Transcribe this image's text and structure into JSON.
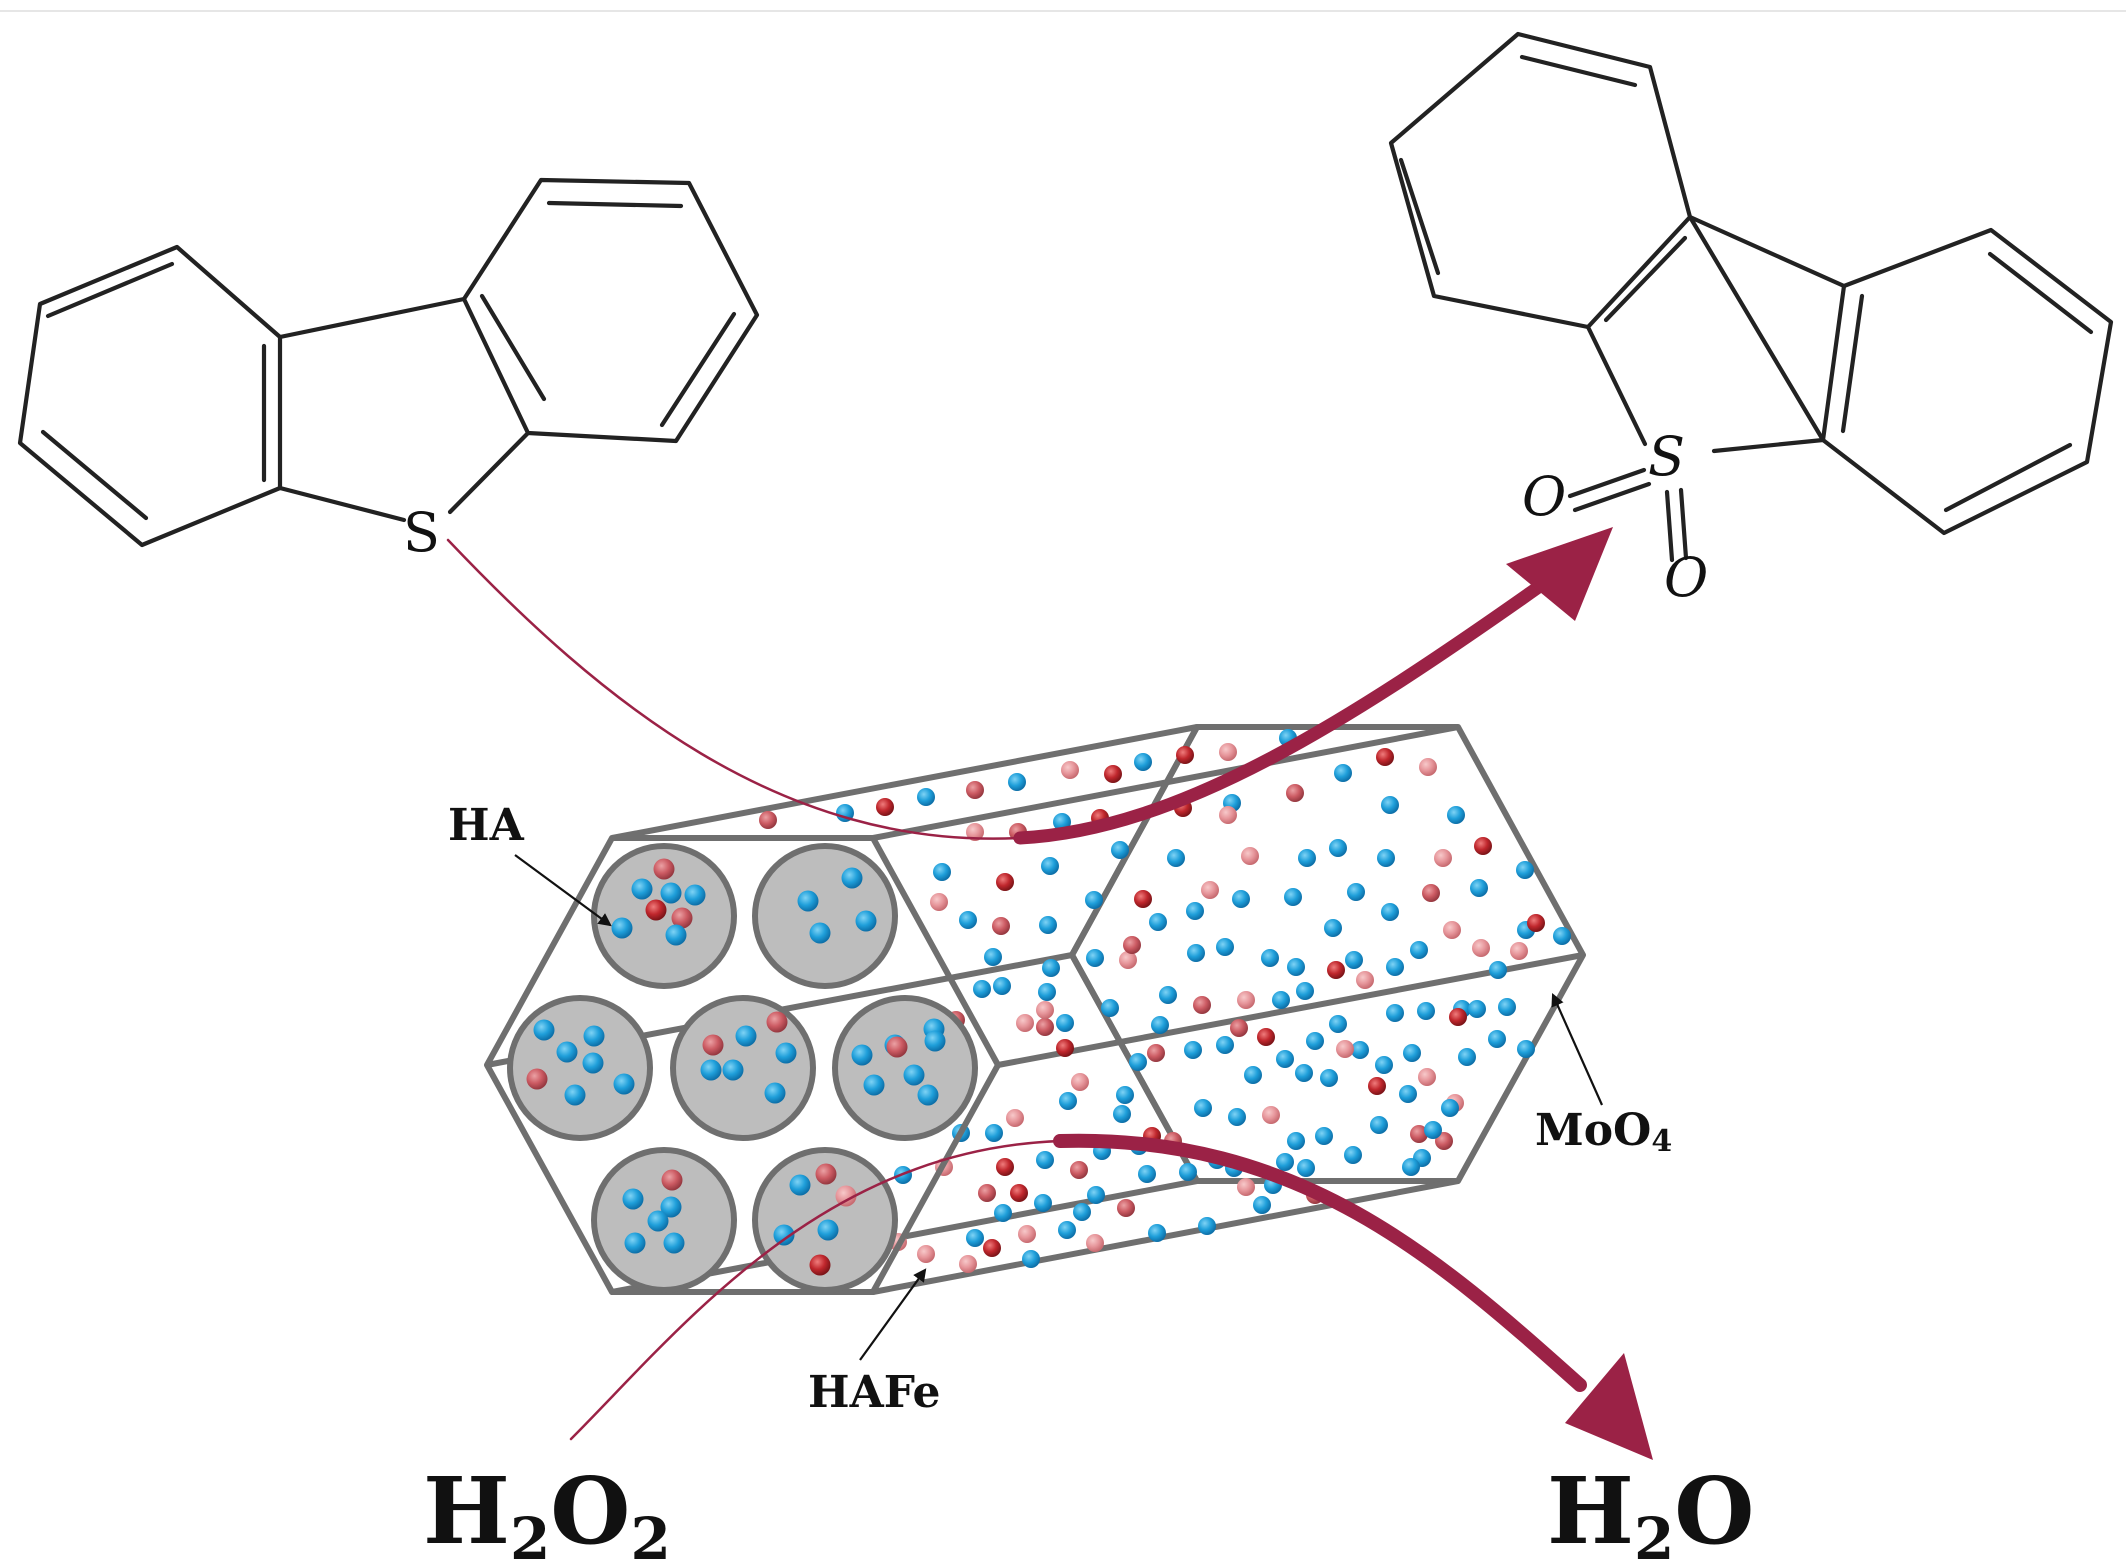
{
  "reactant": {
    "sulfur_label": "S"
  },
  "product": {
    "sulfur_label": "S",
    "oxygen_1": "O",
    "oxygen_2": "O"
  },
  "labels": {
    "ha": "HA",
    "hafe": "HAFe",
    "moo4_main": "MoO",
    "moo4_sub": "4",
    "h2o2_h": "H",
    "h2o2_sub1": "2",
    "h2o2_o": "O",
    "h2o2_sub2": "2",
    "h2o_h": "H",
    "h2o_sub": "2",
    "h2o_o": "O"
  },
  "colors": {
    "arrow": "#9b2246",
    "frame": "#6f6f6f",
    "pore_fill": "#bdbdbd",
    "particle_blue": "#1a9bd7",
    "particle_red": "#b8262c",
    "particle_pink": "#e08a8e",
    "particle_rose": "#c85a62"
  }
}
